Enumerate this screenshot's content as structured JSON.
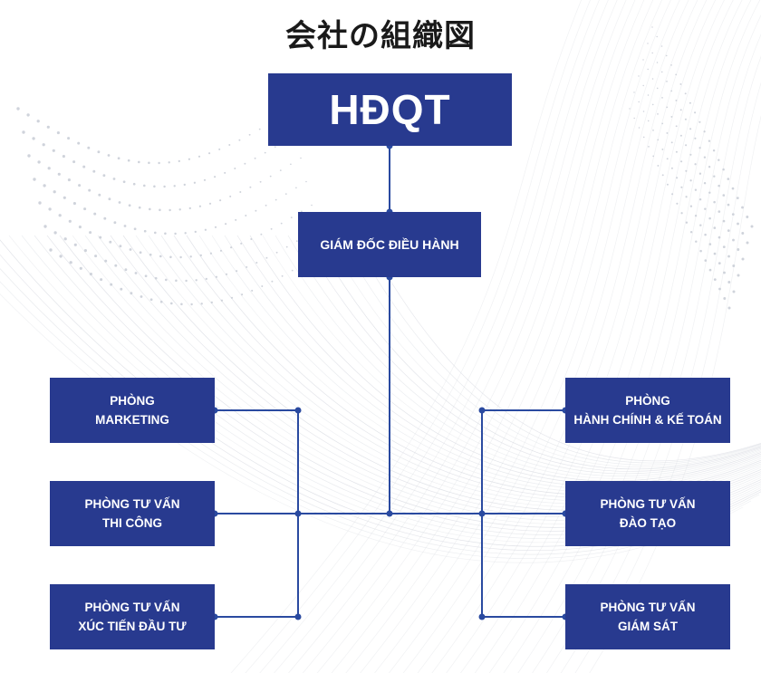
{
  "title": "会社の組織図",
  "colors": {
    "box": "#283a8f",
    "line": "#2a4aa0",
    "title": "#1a1a1a"
  },
  "nodes": {
    "board": "HĐQT",
    "ceo": "GIÁM ĐỐC ĐIỀU HÀNH",
    "left": [
      {
        "line1": "PHÒNG",
        "line2": "MARKETING"
      },
      {
        "line1": "PHÒNG TƯ VẤN",
        "line2": "THI CÔNG"
      },
      {
        "line1": "PHÒNG TƯ VẤN",
        "line2": "XÚC TIẾN ĐẦU TƯ"
      }
    ],
    "right": [
      {
        "line1": "PHÒNG",
        "line2": "HÀNH CHÍNH & KẾ TOÁN"
      },
      {
        "line1": "PHÒNG TƯ VẤN",
        "line2": "ĐÀO TẠO"
      },
      {
        "line1": "PHÒNG TƯ VẤN",
        "line2": "GIÁM SÁT"
      }
    ]
  }
}
